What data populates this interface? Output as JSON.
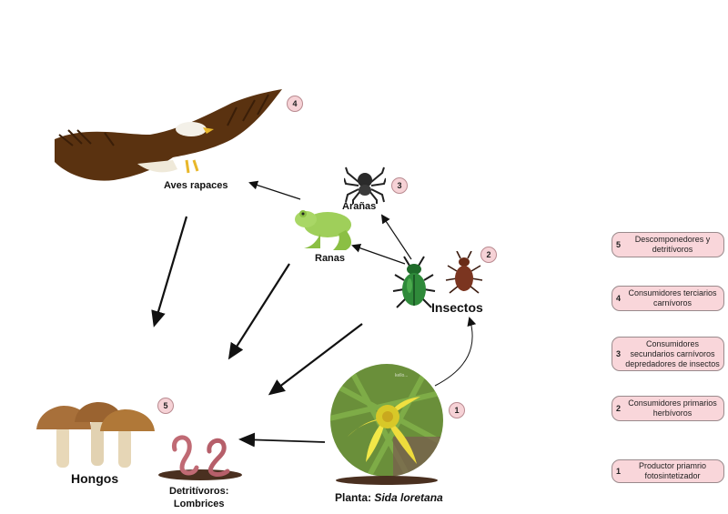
{
  "nodes": {
    "raptors": {
      "label": "Aves rapaces",
      "level": "4"
    },
    "spiders": {
      "label": "Arañas",
      "level": "3"
    },
    "frogs": {
      "label": "Ranas"
    },
    "insects": {
      "label": "Insectos",
      "level": "2"
    },
    "plant": {
      "label_prefix": "Planta: ",
      "label_species": "Sida loretana",
      "level": "1",
      "watermark": "kello..."
    },
    "fungi": {
      "label": "Hongos",
      "level": "5"
    },
    "detritivores": {
      "label_line1": "Detritívoros:",
      "label_line2": "Lombrices"
    }
  },
  "legend": [
    {
      "num": "5",
      "text": "Descomponedores y detritívoros"
    },
    {
      "num": "4",
      "text": "Consumidores terciarios carnívoros"
    },
    {
      "num": "3",
      "text": "Consumidores secundarios carnívoros depredadores de insectos"
    },
    {
      "num": "2",
      "text": "Consumidores primarios herbívoros"
    },
    {
      "num": "1",
      "text": "Productor priamrio fotosintetizador"
    }
  ],
  "colors": {
    "badge_fill": "#f6d2d6",
    "legend_fill": "#f9d6da",
    "arrow": "#111111",
    "eagle_brown": "#5a3210",
    "frog_green": "#9fcf5a",
    "beetle_green": "#2f8a3a",
    "mushroom_cap": "#a8703a",
    "worm_pink": "#c06a74",
    "soil": "#4a3020"
  }
}
